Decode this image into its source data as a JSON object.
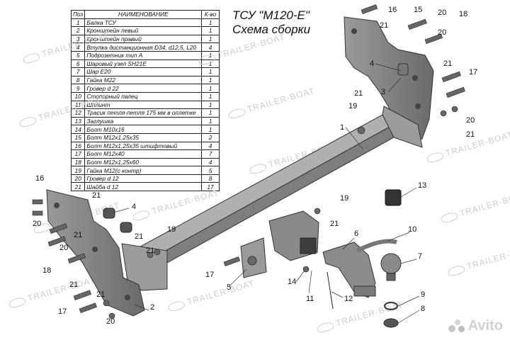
{
  "title": {
    "line1": "ТСУ \"M120-E\"",
    "line2": "Схема сборки"
  },
  "table": {
    "headers": [
      "Поз",
      "НАИМЕНОВАНИЕ",
      "К-во"
    ],
    "rows": [
      {
        "pos": "1",
        "name": "Балка ТСУ",
        "qty": "1"
      },
      {
        "pos": "2",
        "name": "Кронштейн левый",
        "qty": "1"
      },
      {
        "pos": "3",
        "name": "Кронштейн правый",
        "qty": "1"
      },
      {
        "pos": "4",
        "name": "Втулка дистанционная D34, d12,5, L20",
        "qty": "4"
      },
      {
        "pos": "5",
        "name": "Подрозетник тип А",
        "qty": "1"
      },
      {
        "pos": "6",
        "name": "Шаровый узел SH21E",
        "qty": "1"
      },
      {
        "pos": "7",
        "name": "Шар Е20",
        "qty": "1"
      },
      {
        "pos": "8",
        "name": "Гайка М22",
        "qty": "1"
      },
      {
        "pos": "9",
        "name": "Гровер d 22",
        "qty": "1"
      },
      {
        "pos": "10",
        "name": "Стопорный палец",
        "qty": "1"
      },
      {
        "pos": "11",
        "name": "Шплинт",
        "qty": "1"
      },
      {
        "pos": "12",
        "name": "Трасик петля-петля 175 мм в оплетке",
        "qty": "1"
      },
      {
        "pos": "13",
        "name": "Заглушка",
        "qty": "1"
      },
      {
        "pos": "14",
        "name": "Болт М10х16",
        "qty": "1"
      },
      {
        "pos": "15",
        "name": "Болт М12х1,25х35",
        "qty": "2"
      },
      {
        "pos": "16",
        "name": "Болт М12х1,25х35 штифтовый",
        "qty": "4"
      },
      {
        "pos": "17",
        "name": "Болт М12х40",
        "qty": "7"
      },
      {
        "pos": "18",
        "name": "Болт М12х1,25х60",
        "qty": "4"
      },
      {
        "pos": "19",
        "name": "Гайка М12(с контр)",
        "qty": "5"
      },
      {
        "pos": "20",
        "name": "Гровер d 12",
        "qty": "8"
      },
      {
        "pos": "21",
        "name": "Шайба d 12",
        "qty": "17"
      }
    ]
  },
  "watermark": "TRAILER-BOAT",
  "callouts": [
    {
      "id": "c1",
      "label": "1"
    },
    {
      "id": "c2",
      "label": "2"
    },
    {
      "id": "c3",
      "label": "3"
    },
    {
      "id": "c4a",
      "label": "4"
    },
    {
      "id": "c4b",
      "label": "4"
    },
    {
      "id": "c5",
      "label": "5"
    },
    {
      "id": "c6",
      "label": "6"
    },
    {
      "id": "c7",
      "label": "7"
    },
    {
      "id": "c8",
      "label": "8"
    },
    {
      "id": "c9",
      "label": "9"
    },
    {
      "id": "c10",
      "label": "10"
    },
    {
      "id": "c11",
      "label": "11"
    },
    {
      "id": "c12",
      "label": "12"
    },
    {
      "id": "c13",
      "label": "13"
    },
    {
      "id": "c14",
      "label": "14"
    },
    {
      "id": "c15",
      "label": "15"
    },
    {
      "id": "c16a",
      "label": "16"
    },
    {
      "id": "c16b",
      "label": "16"
    },
    {
      "id": "c17a",
      "label": "17"
    },
    {
      "id": "c17b",
      "label": "17"
    },
    {
      "id": "c17c",
      "label": "17"
    },
    {
      "id": "c18a",
      "label": "18"
    },
    {
      "id": "c18b",
      "label": "18"
    },
    {
      "id": "c19a",
      "label": "19"
    },
    {
      "id": "c19b",
      "label": "19"
    },
    {
      "id": "c19c",
      "label": "19"
    },
    {
      "id": "c20a",
      "label": "20"
    },
    {
      "id": "c20b",
      "label": "20"
    },
    {
      "id": "c20c",
      "label": "20"
    },
    {
      "id": "c20d",
      "label": "20"
    },
    {
      "id": "c20e",
      "label": "20"
    },
    {
      "id": "c20f",
      "label": "20"
    },
    {
      "id": "c21a",
      "label": "21"
    },
    {
      "id": "c21b",
      "label": "21"
    },
    {
      "id": "c21c",
      "label": "21"
    },
    {
      "id": "c21d",
      "label": "21"
    },
    {
      "id": "c21e",
      "label": "21"
    },
    {
      "id": "c21f",
      "label": "21"
    },
    {
      "id": "c21g",
      "label": "21"
    },
    {
      "id": "c21h",
      "label": "21"
    },
    {
      "id": "c21i",
      "label": "21"
    },
    {
      "id": "c21j",
      "label": "21"
    },
    {
      "id": "c21k",
      "label": "21"
    }
  ],
  "brand": {
    "avito": "Avito"
  },
  "colors": {
    "part": "#8f8f8f",
    "part_dark": "#5a5a5a",
    "part_light": "#c9c9c9",
    "ink": "#111111",
    "watermark": "#c8cdd2"
  }
}
